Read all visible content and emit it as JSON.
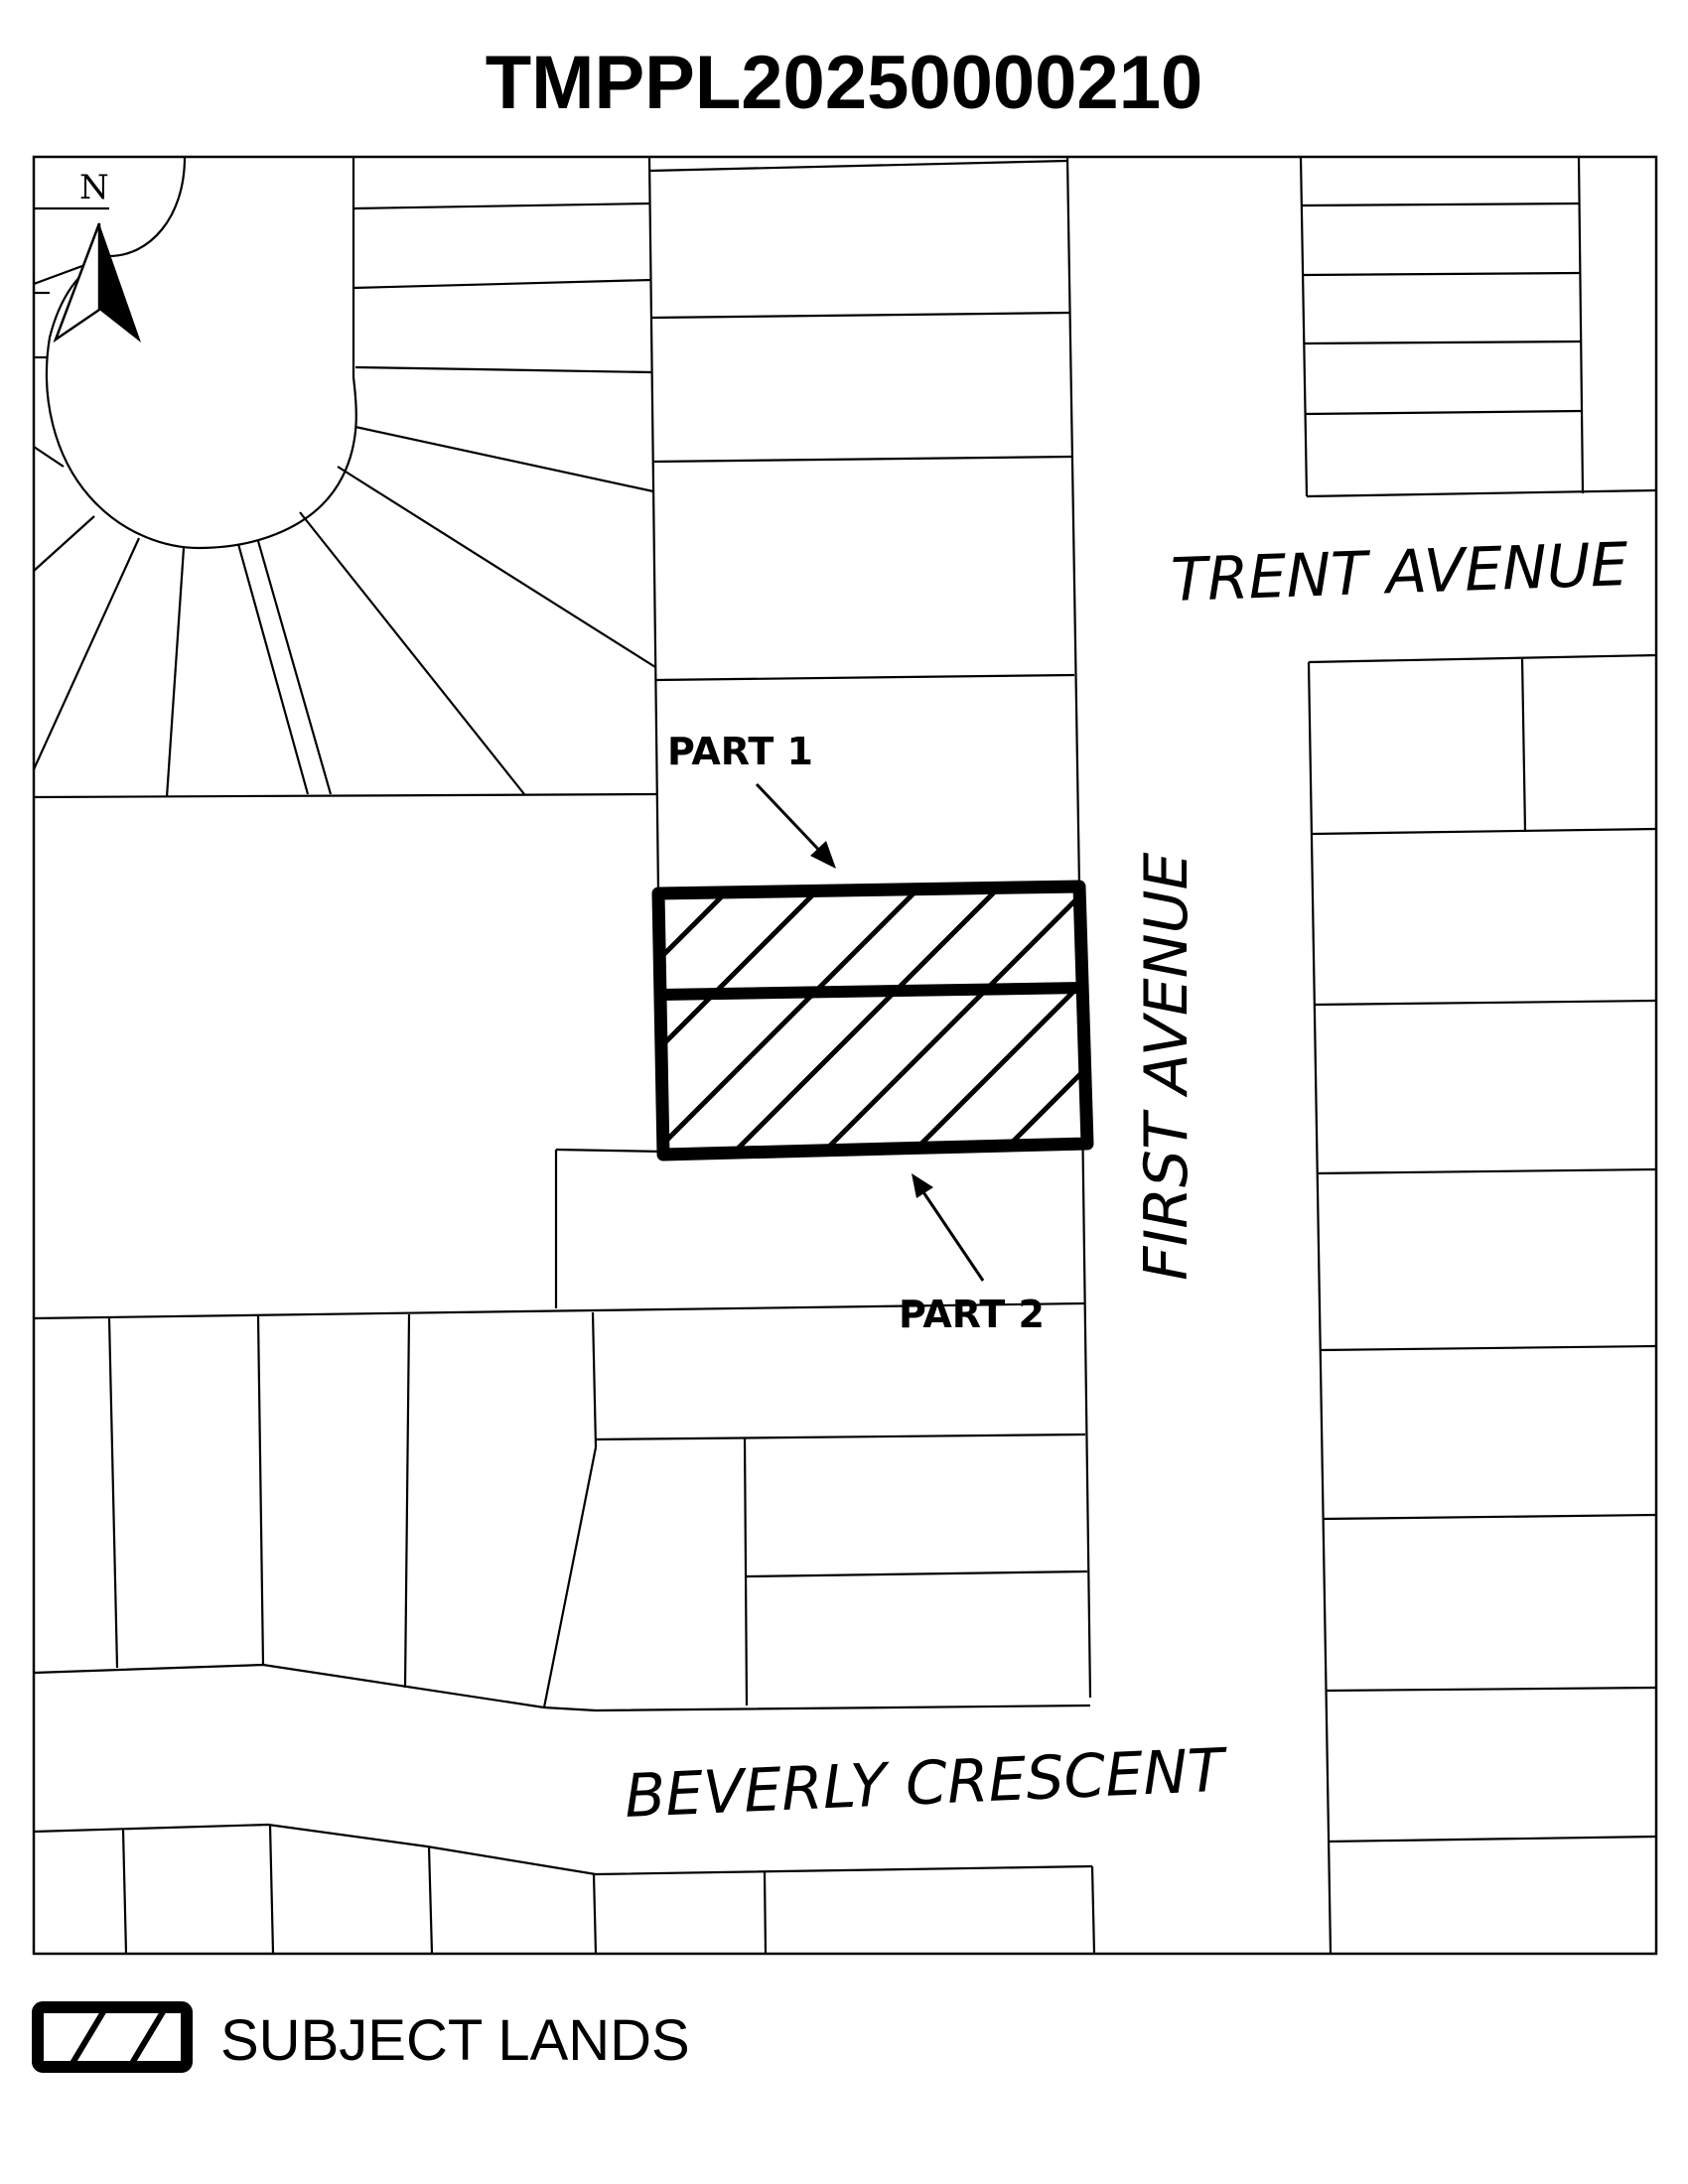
{
  "title": "TMPPL20250000210",
  "north_arrow": {
    "label": "N"
  },
  "streets": {
    "trent": "TRENT AVENUE",
    "first": "FIRST AVENUE",
    "beverly": "BEVERLY CRESCENT"
  },
  "subject_parts": {
    "part1": "PART 1",
    "part2": "PART 2"
  },
  "legend": {
    "label": "SUBJECT LANDS"
  },
  "colors": {
    "line": "#000000",
    "background": "#ffffff"
  }
}
